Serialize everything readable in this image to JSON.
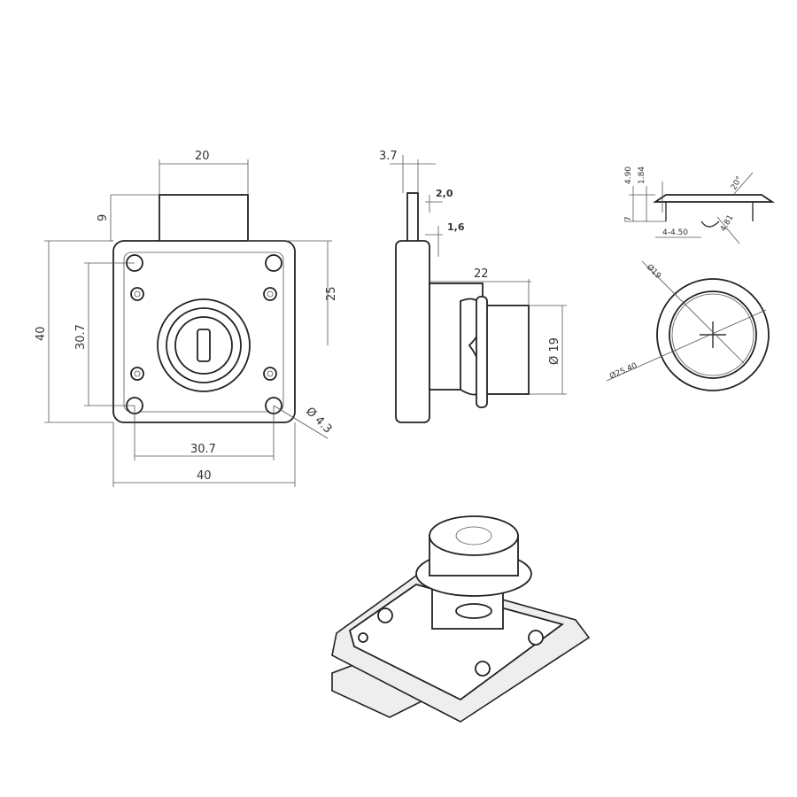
{
  "front_view": {
    "width_top": "20",
    "bolt_height": "9",
    "height_25": "25",
    "height_total": "40",
    "hole_spacing_v": "30.7",
    "hole_spacing_h": "30.7",
    "width_total": "40",
    "hole_diameter": "Ø 4.3"
  },
  "side_view": {
    "plate_thickness": "3.7",
    "bolt_offset_a": "2,0",
    "bolt_offset_b": "1,6",
    "cylinder_length": "22",
    "cylinder_diameter": "Ø 19"
  },
  "detail_view": {
    "dim_a": "4.90",
    "dim_b": "1.84",
    "dim_c": "7",
    "angle": "20°",
    "dim_d": "4-4.50",
    "dim_e": "4.81",
    "inner_diameter": "Ø19",
    "outer_diameter": "Ø25.40"
  }
}
